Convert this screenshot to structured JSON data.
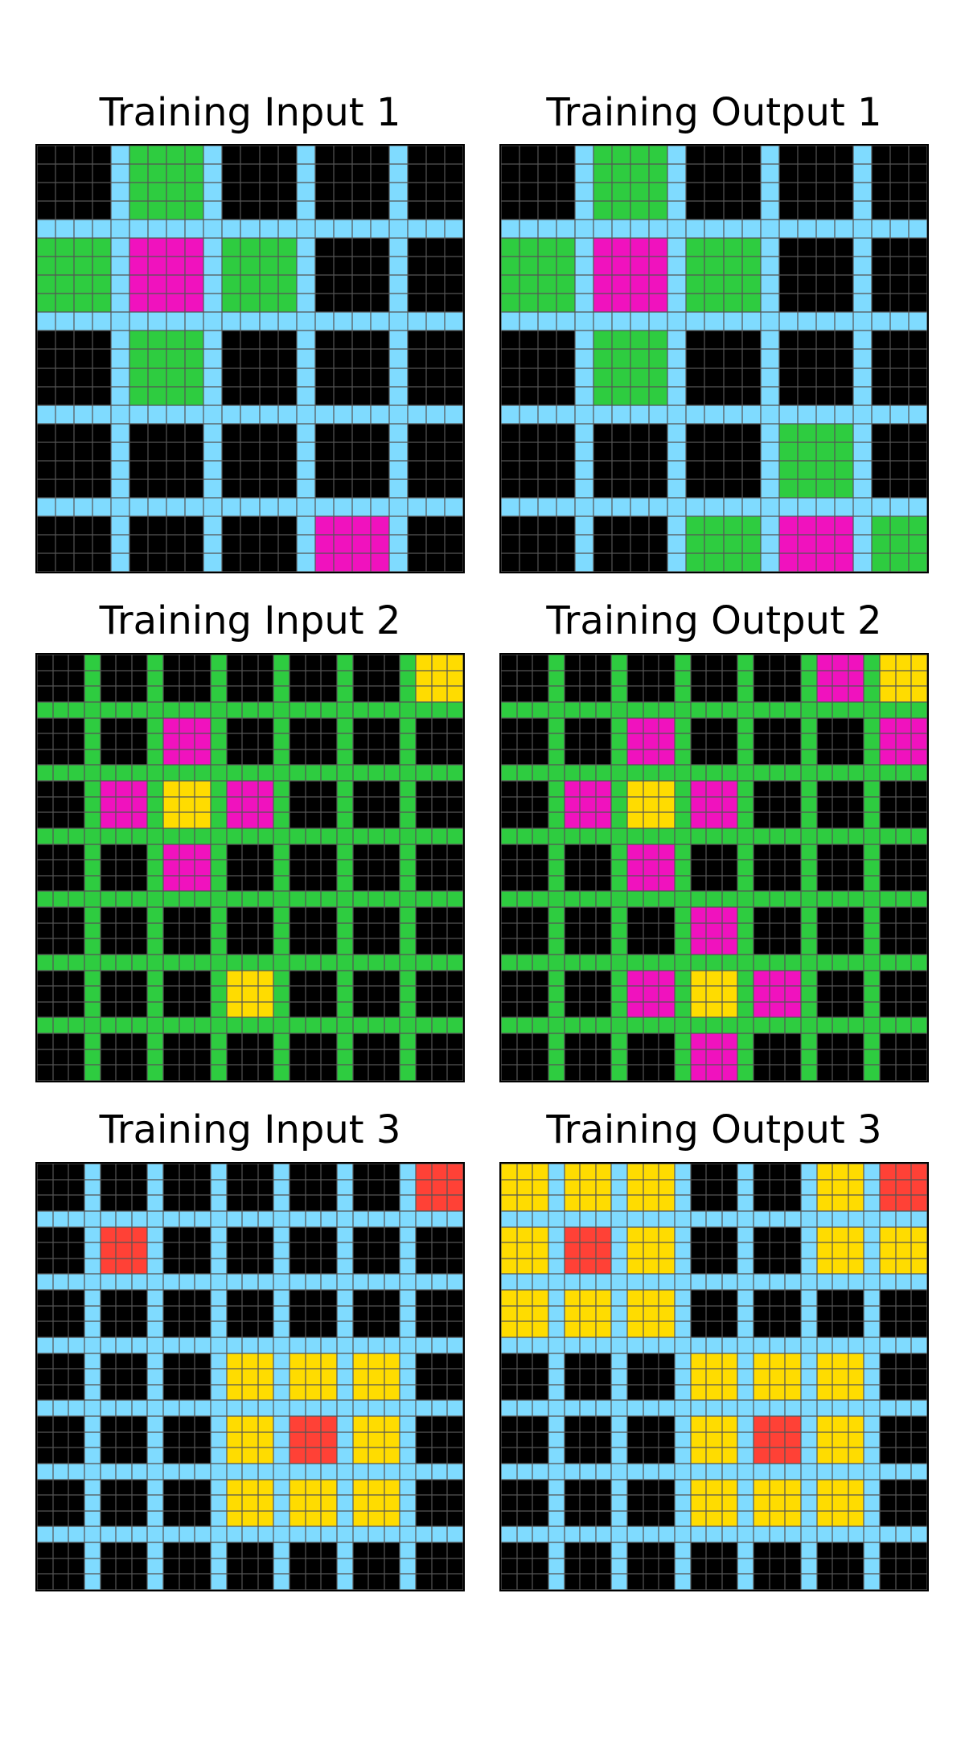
{
  "palette": {
    "0": "#000000",
    "3": "#2ECC40",
    "4": "#FFDC00",
    "6": "#F012BE",
    "8": "#7FDBFF",
    "2": "#FF4136"
  },
  "pairs": [
    {
      "input": {
        "title": "Training Input 1",
        "size": 23,
        "line_color": "8",
        "line_positions": [
          4,
          9,
          14,
          19
        ],
        "blocks": [
          {
            "r": 0,
            "c": 1,
            "color": "3"
          },
          {
            "r": 1,
            "c": 0,
            "color": "3"
          },
          {
            "r": 1,
            "c": 1,
            "color": "6"
          },
          {
            "r": 1,
            "c": 2,
            "color": "3"
          },
          {
            "r": 2,
            "c": 1,
            "color": "3"
          },
          {
            "r": 4,
            "c": 3,
            "color": "6"
          }
        ]
      },
      "output": {
        "title": "Training Output 1",
        "size": 23,
        "line_color": "8",
        "line_positions": [
          4,
          9,
          14,
          19
        ],
        "blocks": [
          {
            "r": 0,
            "c": 1,
            "color": "3"
          },
          {
            "r": 1,
            "c": 0,
            "color": "3"
          },
          {
            "r": 1,
            "c": 1,
            "color": "6"
          },
          {
            "r": 1,
            "c": 2,
            "color": "3"
          },
          {
            "r": 2,
            "c": 1,
            "color": "3"
          },
          {
            "r": 3,
            "c": 3,
            "color": "3"
          },
          {
            "r": 4,
            "c": 2,
            "color": "3"
          },
          {
            "r": 4,
            "c": 3,
            "color": "6"
          },
          {
            "r": 4,
            "c": 4,
            "color": "3"
          }
        ]
      }
    },
    {
      "input": {
        "title": "Training Input 2",
        "size": 27,
        "line_color": "3",
        "line_positions": [
          3,
          7,
          11,
          15,
          19,
          23
        ],
        "blocks": [
          {
            "r": 0,
            "c": 6,
            "color": "4"
          },
          {
            "r": 1,
            "c": 2,
            "color": "6"
          },
          {
            "r": 2,
            "c": 1,
            "color": "6"
          },
          {
            "r": 2,
            "c": 2,
            "color": "4"
          },
          {
            "r": 2,
            "c": 3,
            "color": "6"
          },
          {
            "r": 3,
            "c": 2,
            "color": "6"
          },
          {
            "r": 5,
            "c": 3,
            "color": "4"
          }
        ]
      },
      "output": {
        "title": "Training Output 2",
        "size": 27,
        "line_color": "3",
        "line_positions": [
          3,
          7,
          11,
          15,
          19,
          23
        ],
        "blocks": [
          {
            "r": 0,
            "c": 5,
            "color": "6"
          },
          {
            "r": 0,
            "c": 6,
            "color": "4"
          },
          {
            "r": 1,
            "c": 2,
            "color": "6"
          },
          {
            "r": 1,
            "c": 6,
            "color": "6"
          },
          {
            "r": 2,
            "c": 1,
            "color": "6"
          },
          {
            "r": 2,
            "c": 2,
            "color": "4"
          },
          {
            "r": 2,
            "c": 3,
            "color": "6"
          },
          {
            "r": 3,
            "c": 2,
            "color": "6"
          },
          {
            "r": 4,
            "c": 3,
            "color": "6"
          },
          {
            "r": 5,
            "c": 2,
            "color": "6"
          },
          {
            "r": 5,
            "c": 3,
            "color": "4"
          },
          {
            "r": 5,
            "c": 4,
            "color": "6"
          },
          {
            "r": 6,
            "c": 3,
            "color": "6"
          }
        ]
      }
    },
    {
      "input": {
        "title": "Training Input 3",
        "size": 27,
        "line_color": "8",
        "line_positions": [
          3,
          7,
          11,
          15,
          19,
          23
        ],
        "blocks": [
          {
            "r": 0,
            "c": 6,
            "color": "2"
          },
          {
            "r": 1,
            "c": 1,
            "color": "2"
          },
          {
            "r": 3,
            "c": 3,
            "color": "4"
          },
          {
            "r": 3,
            "c": 4,
            "color": "4"
          },
          {
            "r": 3,
            "c": 5,
            "color": "4"
          },
          {
            "r": 4,
            "c": 3,
            "color": "4"
          },
          {
            "r": 4,
            "c": 4,
            "color": "2"
          },
          {
            "r": 4,
            "c": 5,
            "color": "4"
          },
          {
            "r": 5,
            "c": 3,
            "color": "4"
          },
          {
            "r": 5,
            "c": 4,
            "color": "4"
          },
          {
            "r": 5,
            "c": 5,
            "color": "4"
          }
        ]
      },
      "output": {
        "title": "Training Output 3",
        "size": 27,
        "line_color": "8",
        "line_positions": [
          3,
          7,
          11,
          15,
          19,
          23
        ],
        "blocks": [
          {
            "r": 0,
            "c": 0,
            "color": "4"
          },
          {
            "r": 0,
            "c": 1,
            "color": "4"
          },
          {
            "r": 0,
            "c": 2,
            "color": "4"
          },
          {
            "r": 0,
            "c": 5,
            "color": "4"
          },
          {
            "r": 0,
            "c": 6,
            "color": "2"
          },
          {
            "r": 1,
            "c": 0,
            "color": "4"
          },
          {
            "r": 1,
            "c": 1,
            "color": "2"
          },
          {
            "r": 1,
            "c": 2,
            "color": "4"
          },
          {
            "r": 1,
            "c": 5,
            "color": "4"
          },
          {
            "r": 1,
            "c": 6,
            "color": "4"
          },
          {
            "r": 2,
            "c": 0,
            "color": "4"
          },
          {
            "r": 2,
            "c": 1,
            "color": "4"
          },
          {
            "r": 2,
            "c": 2,
            "color": "4"
          },
          {
            "r": 3,
            "c": 3,
            "color": "4"
          },
          {
            "r": 3,
            "c": 4,
            "color": "4"
          },
          {
            "r": 3,
            "c": 5,
            "color": "4"
          },
          {
            "r": 4,
            "c": 3,
            "color": "4"
          },
          {
            "r": 4,
            "c": 4,
            "color": "2"
          },
          {
            "r": 4,
            "c": 5,
            "color": "4"
          },
          {
            "r": 5,
            "c": 3,
            "color": "4"
          },
          {
            "r": 5,
            "c": 4,
            "color": "4"
          },
          {
            "r": 5,
            "c": 5,
            "color": "4"
          }
        ]
      }
    }
  ]
}
